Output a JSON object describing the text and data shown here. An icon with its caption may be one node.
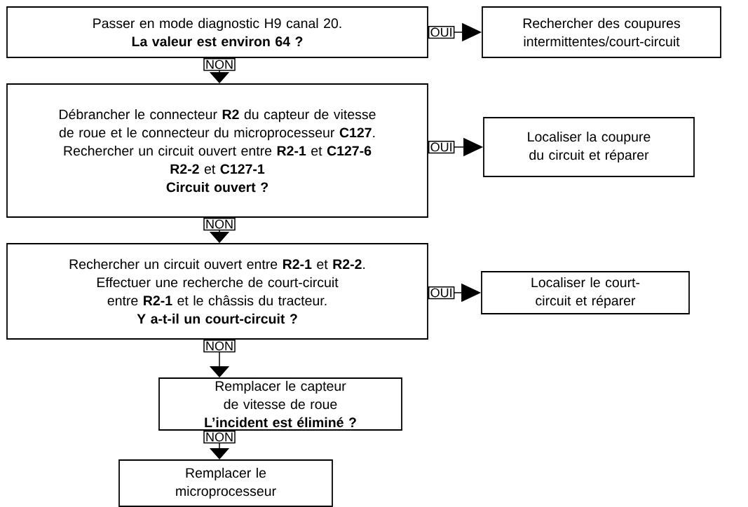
{
  "diagram": {
    "nodes": [
      {
        "text": [
          "Passer en mode diagnostic H9 canal 20.",
          "La valeur est environ 64 ?"
        ]
      },
      {
        "text": [
          "Rechercher des coupures intermittentes/court-circuit"
        ]
      },
      {
        "text": [
          "Débrancher le connecteur **R2** du capteur de vitesse de roue et le connecteur du microprocesseur **C127**. Rechercher un circuit ouvert entre **R2-1** et **C127-6**",
          "**R2-2** et **C127-1**",
          "Circuit ouvert ?"
        ]
      },
      {
        "text": [
          "Localiser la coupure du circuit et réparer"
        ]
      },
      {
        "text": [
          "Rechercher un circuit ouvert entre **R2-1** et **R2-2**.",
          "Effectuer une recherche de court-circuit entre **R2-1** et le châssis du tracteur.",
          "Y a-t-il un court-circuit ?"
        ]
      },
      {
        "text": [
          "Localiser le court-circuit et réparer"
        ]
      },
      {
        "text": [
          "Remplacer le capteur de vitesse de roue",
          "L’incident est éliminé ?"
        ]
      },
      {
        "text": [
          "Remplacer le microprocesseur"
        ]
      }
    ],
    "edges": [
      {
        "from": 0,
        "to": 1,
        "arrow": "to",
        "label": "OUI"
      },
      {
        "from": 0,
        "to": 2,
        "arrow": "to",
        "label": "NON"
      },
      {
        "from": 2,
        "to": 3,
        "arrow": "to",
        "label": "OUI"
      },
      {
        "from": 2,
        "to": 4,
        "arrow": "to",
        "label": "NON"
      },
      {
        "from": 4,
        "to": 5,
        "arrow": "to",
        "label": "OUI"
      },
      {
        "from": 4,
        "to": 6,
        "arrow": "to",
        "label": "NON"
      },
      {
        "from": 6,
        "to": 7,
        "arrow": "to",
        "label": "NON"
      }
    ]
  }
}
